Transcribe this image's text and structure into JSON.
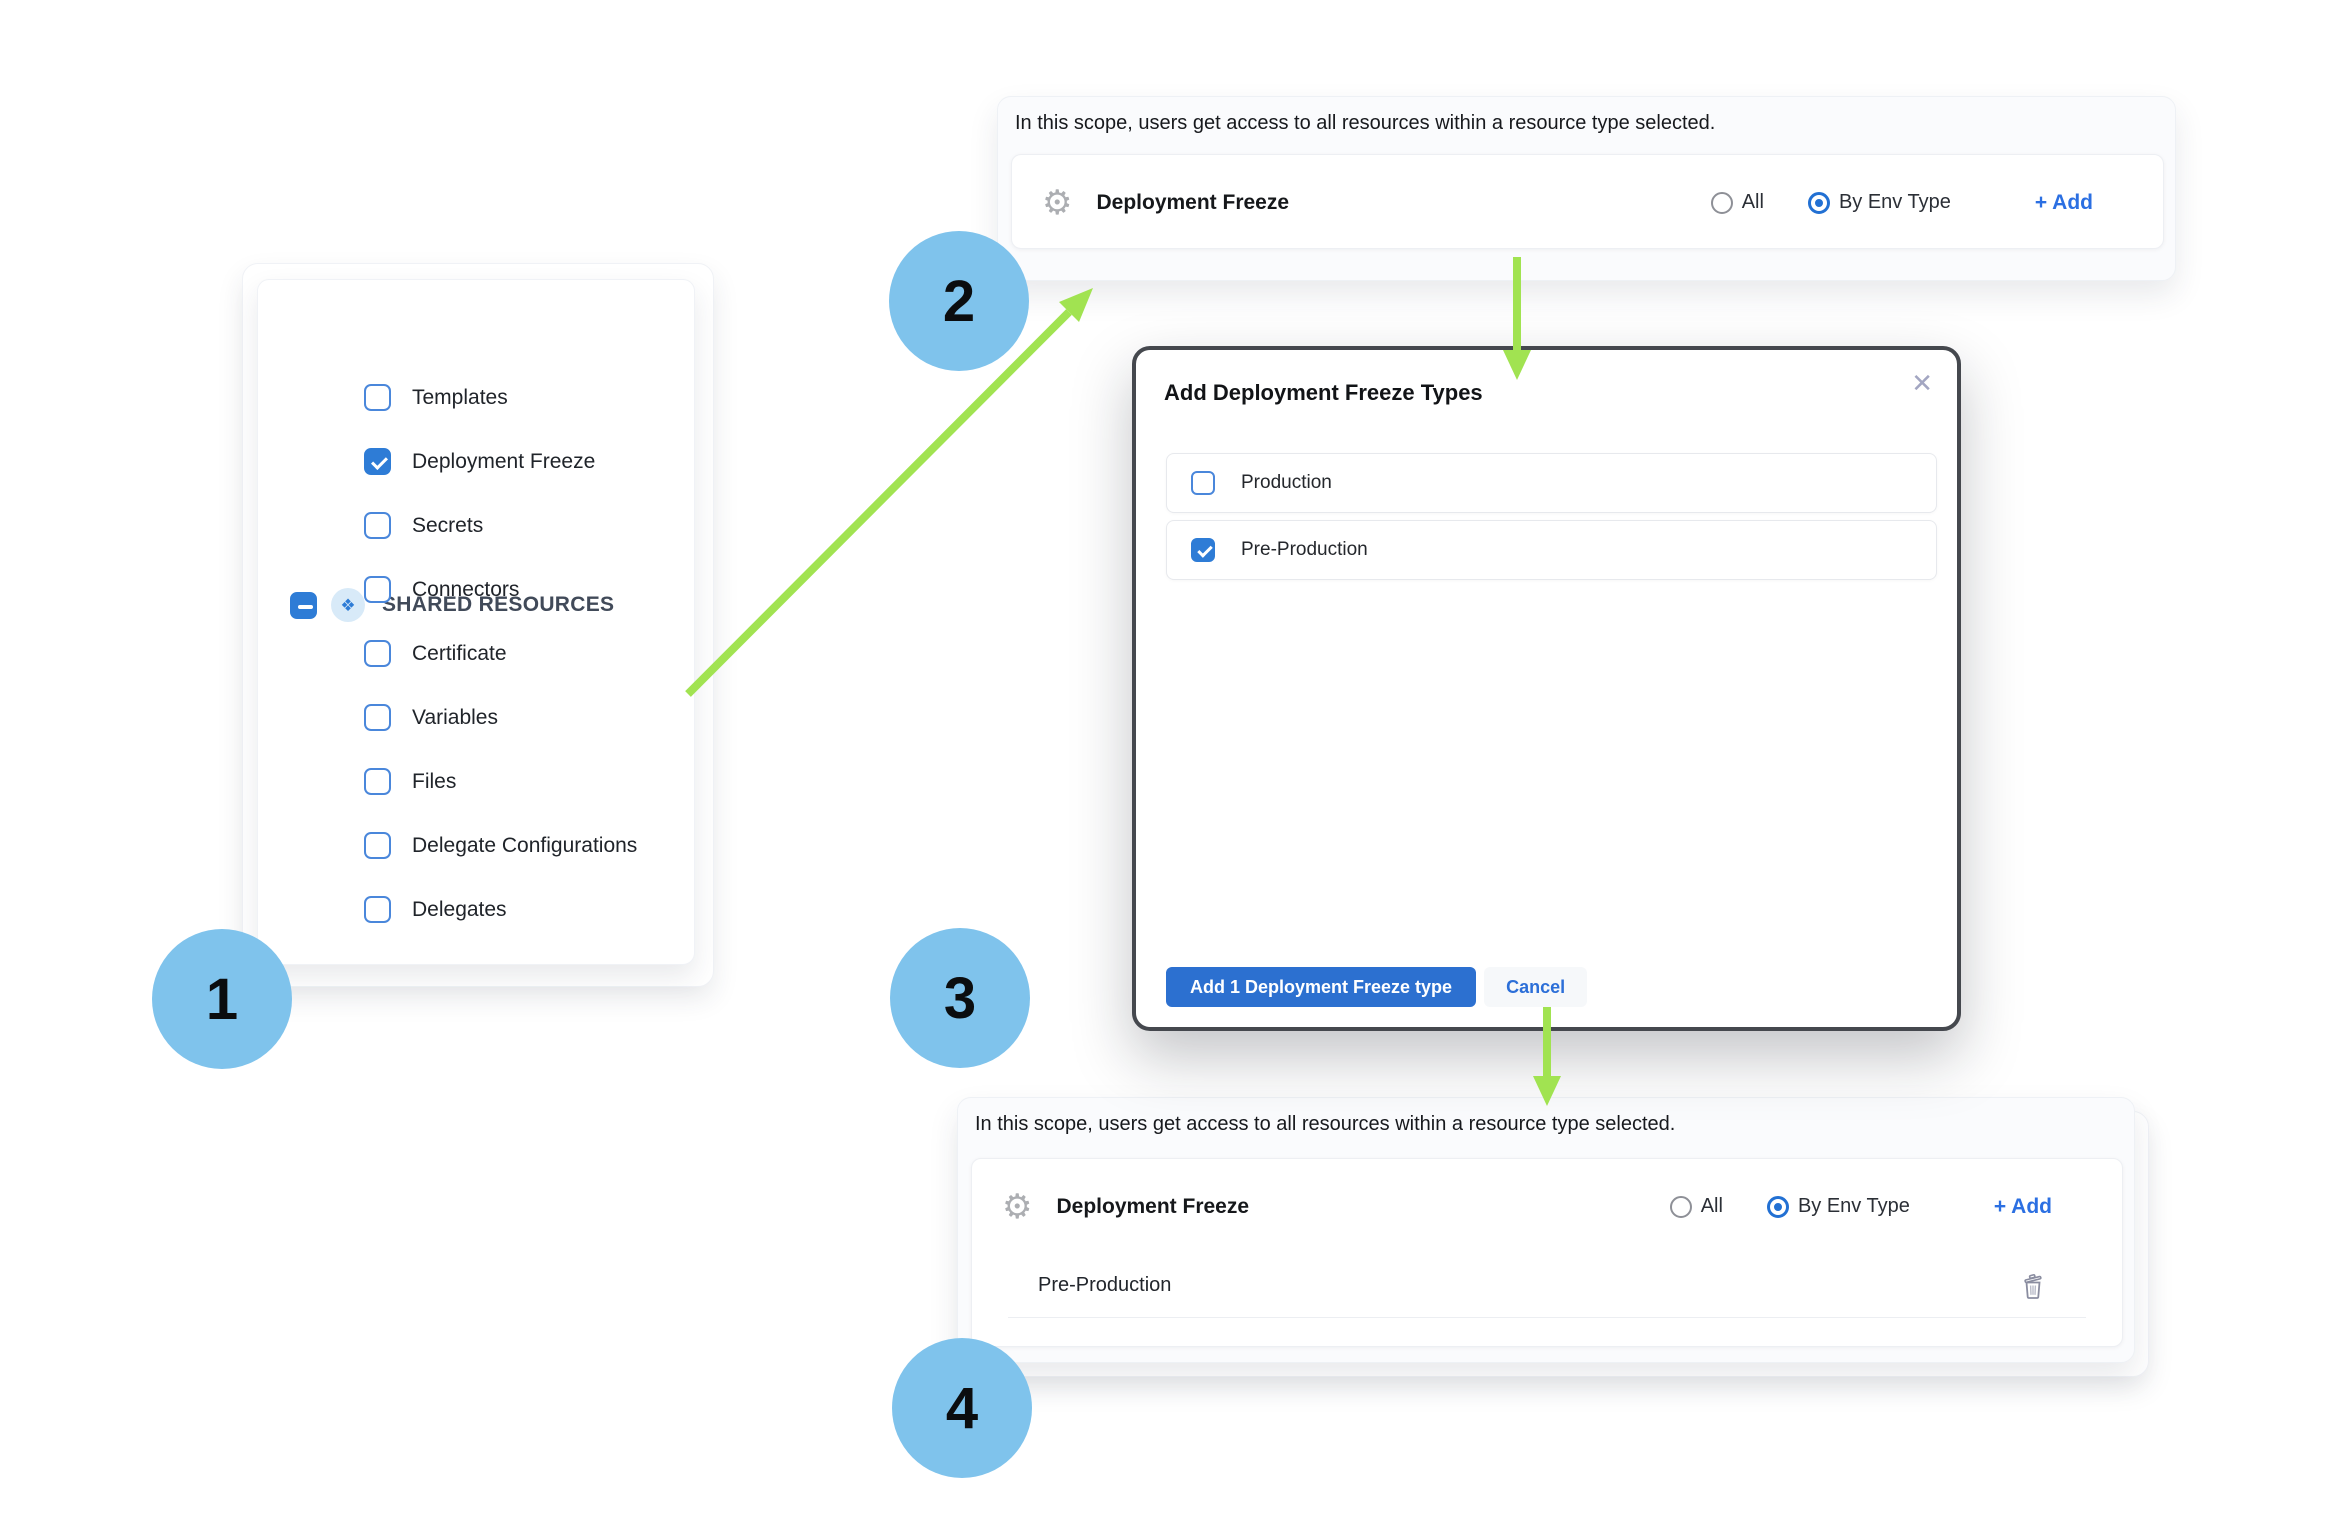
{
  "colors": {
    "accent_blue": "#2e7cd6",
    "link_blue": "#2b6fe2",
    "primary_button_blue": "#2c70d0",
    "badge_blue": "#7fc3ec",
    "arrow_green": "#a1e351",
    "modal_frame": "#45484e"
  },
  "icons": {
    "gear": "⚙",
    "close": "✕",
    "shared_resources_diamond": "❖",
    "trash": "trash-can"
  },
  "shared_panel": {
    "title": "SHARED RESOURCES",
    "header_checkbox_state": "indeterminate",
    "items": [
      {
        "label": "Templates",
        "checked": false
      },
      {
        "label": "Deployment Freeze",
        "checked": true
      },
      {
        "label": "Secrets",
        "checked": false
      },
      {
        "label": "Connectors",
        "checked": false
      },
      {
        "label": "Certificate",
        "checked": false
      },
      {
        "label": "Variables",
        "checked": false
      },
      {
        "label": "Files",
        "checked": false
      },
      {
        "label": "Delegate Configurations",
        "checked": false
      },
      {
        "label": "Delegates",
        "checked": false
      }
    ]
  },
  "scope_top": {
    "description": "In this scope, users get access to all resources within a resource type selected.",
    "resource_name": "Deployment Freeze",
    "radio_all_label": "All",
    "radio_all_selected": false,
    "radio_env_label": "By Env Type",
    "radio_env_selected": true,
    "add_label": "+ Add"
  },
  "modal": {
    "title": "Add Deployment Freeze Types",
    "options": [
      {
        "label": "Production",
        "checked": false
      },
      {
        "label": "Pre-Production",
        "checked": true
      }
    ],
    "submit_label": "Add 1 Deployment Freeze type",
    "cancel_label": "Cancel"
  },
  "scope_bottom": {
    "description": "In this scope, users get access to all resources within a resource type selected.",
    "resource_name": "Deployment Freeze",
    "radio_all_label": "All",
    "radio_all_selected": false,
    "radio_env_label": "By Env Type",
    "radio_env_selected": true,
    "add_label": "+ Add",
    "entries": [
      "Pre-Production"
    ]
  },
  "steps": [
    {
      "number": "1"
    },
    {
      "number": "2"
    },
    {
      "number": "3"
    },
    {
      "number": "4"
    }
  ]
}
